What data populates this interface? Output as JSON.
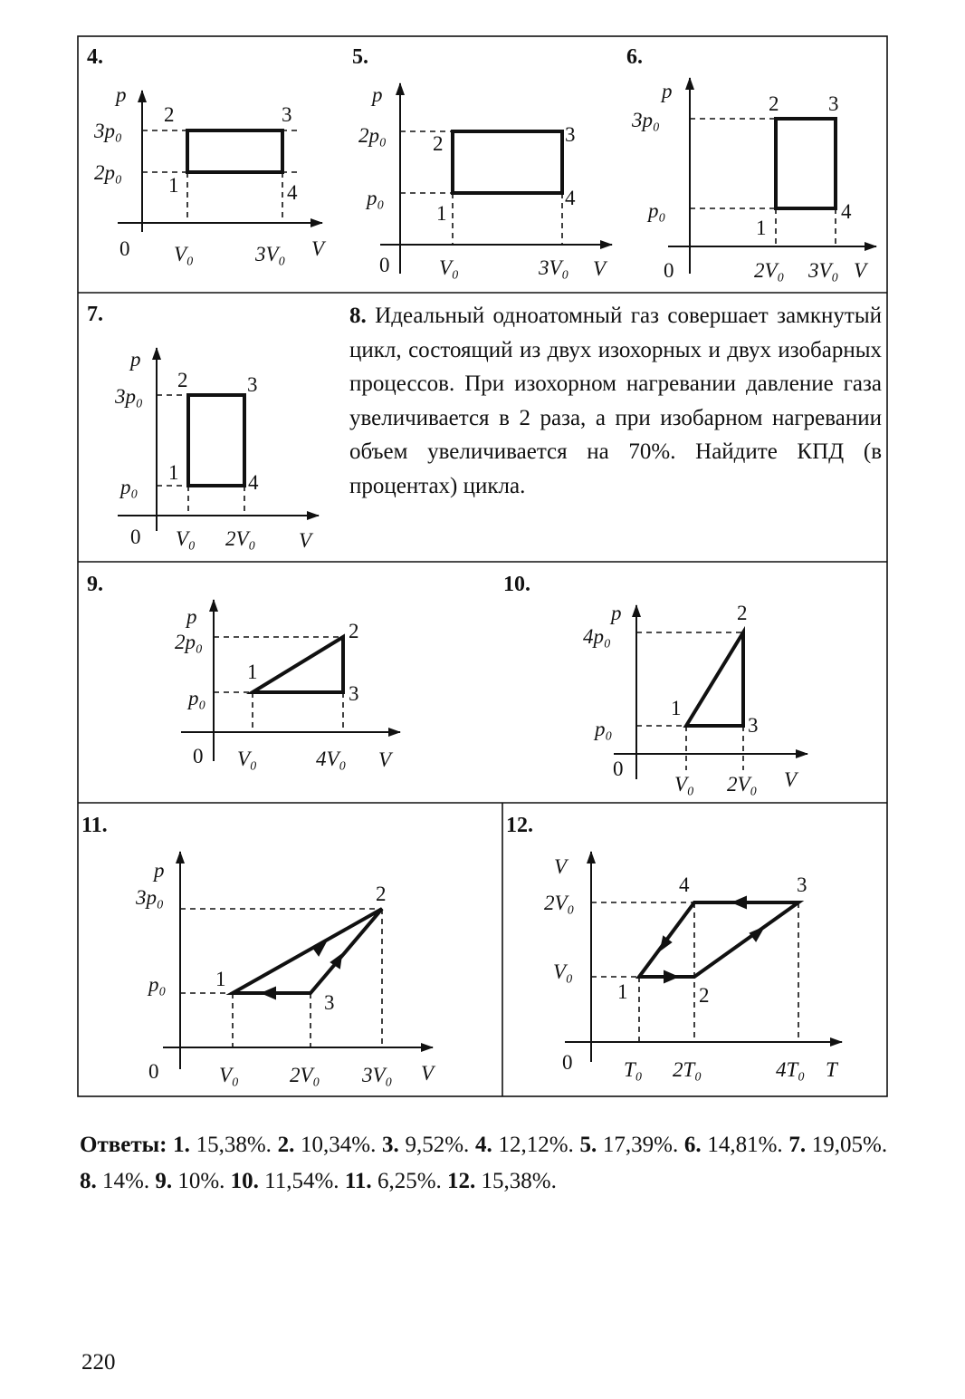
{
  "diagrams": [
    {
      "number": "4.",
      "axis_p": "p",
      "axis_v": "V",
      "origin": "0",
      "y_labels": [
        "3p₀",
        "2p₀"
      ],
      "x_labels": [
        "V₀",
        "3V₀"
      ],
      "points": [
        "1",
        "2",
        "3",
        "4"
      ]
    },
    {
      "number": "5.",
      "axis_p": "p",
      "axis_v": "V",
      "origin": "0",
      "y_labels": [
        "2p₀",
        "p₀"
      ],
      "x_labels": [
        "V₀",
        "3V₀"
      ],
      "points": [
        "1",
        "2",
        "3",
        "4"
      ]
    },
    {
      "number": "6.",
      "axis_p": "p",
      "axis_v": "V",
      "origin": "0",
      "y_labels": [
        "3p₀",
        "p₀"
      ],
      "x_labels": [
        "2V₀",
        "3V₀"
      ],
      "points": [
        "1",
        "2",
        "3",
        "4"
      ]
    },
    {
      "number": "7.",
      "axis_p": "p",
      "axis_v": "V",
      "origin": "0",
      "y_labels": [
        "3p₀",
        "p₀"
      ],
      "x_labels": [
        "V₀",
        "2V₀"
      ],
      "points": [
        "1",
        "2",
        "3",
        "4"
      ]
    },
    {
      "number": "9.",
      "axis_p": "p",
      "axis_v": "V",
      "origin": "0",
      "y_labels": [
        "2p₀",
        "p₀"
      ],
      "x_labels": [
        "V₀",
        "4V₀"
      ],
      "points": [
        "1",
        "2",
        "3"
      ]
    },
    {
      "number": "10.",
      "axis_p": "p",
      "axis_v": "V",
      "origin": "0",
      "y_labels": [
        "4p₀",
        "p₀"
      ],
      "x_labels": [
        "V₀",
        "2V₀"
      ],
      "points": [
        "1",
        "2",
        "3"
      ]
    },
    {
      "number": "11.",
      "axis_p": "p",
      "axis_v": "V",
      "origin": "0",
      "y_labels": [
        "3p₀",
        "p₀"
      ],
      "x_labels": [
        "V₀",
        "2V₀",
        "3V₀"
      ],
      "points": [
        "1",
        "2",
        "3"
      ]
    },
    {
      "number": "12.",
      "axis_p": "V",
      "axis_v": "T",
      "origin": "0",
      "y_labels": [
        "2V₀",
        "V₀"
      ],
      "x_labels": [
        "T₀",
        "2T₀",
        "4T₀"
      ],
      "points": [
        "1",
        "2",
        "3",
        "4"
      ]
    }
  ],
  "problem8": {
    "number": "8.",
    "text": " Идеальный одноатомный газ совершает замкнутый цикл, состоящий из двух изохорных и двух изобарных процессов. При изохорном нагревании давление газа увеличивается в 2 раза, а при изобарном нагревании объем увеличивается на 70%. Найдите КПД (в процентах) цикла."
  },
  "answers": {
    "label": "Ответы:",
    "items": [
      {
        "n": "1.",
        "v": "15,38%."
      },
      {
        "n": "2.",
        "v": "10,34%."
      },
      {
        "n": "3.",
        "v": "9,52%."
      },
      {
        "n": "4.",
        "v": "12,12%."
      },
      {
        "n": "5.",
        "v": "17,39%."
      },
      {
        "n": "6.",
        "v": "14,81%."
      },
      {
        "n": "7.",
        "v": "19,05%."
      },
      {
        "n": "8.",
        "v": "14%."
      },
      {
        "n": "9.",
        "v": "10%."
      },
      {
        "n": "10.",
        "v": "11,54%."
      },
      {
        "n": "11.",
        "v": "6,25%."
      },
      {
        "n": "12.",
        "v": "15,38%."
      }
    ]
  },
  "page_number": "220"
}
